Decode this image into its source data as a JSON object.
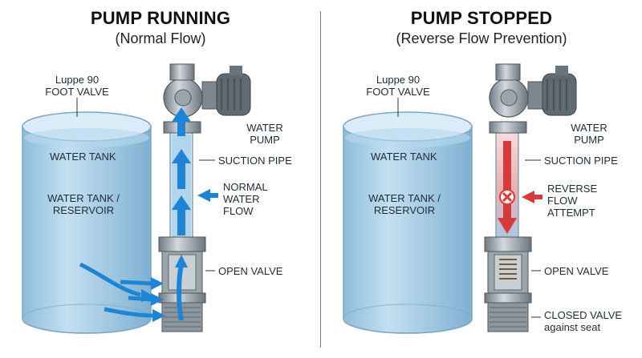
{
  "left_panel": {
    "title": "PUMP RUNNING",
    "subtitle": "(Normal Flow)",
    "foot_valve_label_1": "Luppe 90",
    "foot_valve_label_2": "FOOT VALVE",
    "tank_label": "WATER TANK",
    "reservoir_label_1": "WATER TANK /",
    "reservoir_label_2": "RESERVOIR",
    "pump_label_1": "WATER",
    "pump_label_2": "PUMP",
    "suction_label": "SUCTION PIPE",
    "flow_label_1": "NORMAL",
    "flow_label_2": "WATER",
    "flow_label_3": "FLOW",
    "valve_label": "OPEN VALVE"
  },
  "right_panel": {
    "title": "PUMP STOPPED",
    "subtitle": "(Reverse Flow Prevention)",
    "foot_valve_label_1": "Luppe 90",
    "foot_valve_label_2": "FOOT VALVE",
    "tank_label": "WATER TANK",
    "reservoir_label_1": "WATER TANK /",
    "reservoir_label_2": "RESERVOIR",
    "pump_label_1": "WATER",
    "pump_label_2": "PUMP",
    "suction_label": "SUCTION PIPE",
    "reverse_label_1": "REVERSE",
    "reverse_label_2": "FLOW",
    "reverse_label_3": "ATTEMPT",
    "valve_label": "OPEN VALVE",
    "closed_label_1": "CLOSED VALVE",
    "closed_label_2": "against seat"
  },
  "colors": {
    "water": "#a9cfe8",
    "flow_arrow": "#1f84d4",
    "reverse_arrow": "#d63a3a",
    "metal": "#8f9aa3"
  }
}
